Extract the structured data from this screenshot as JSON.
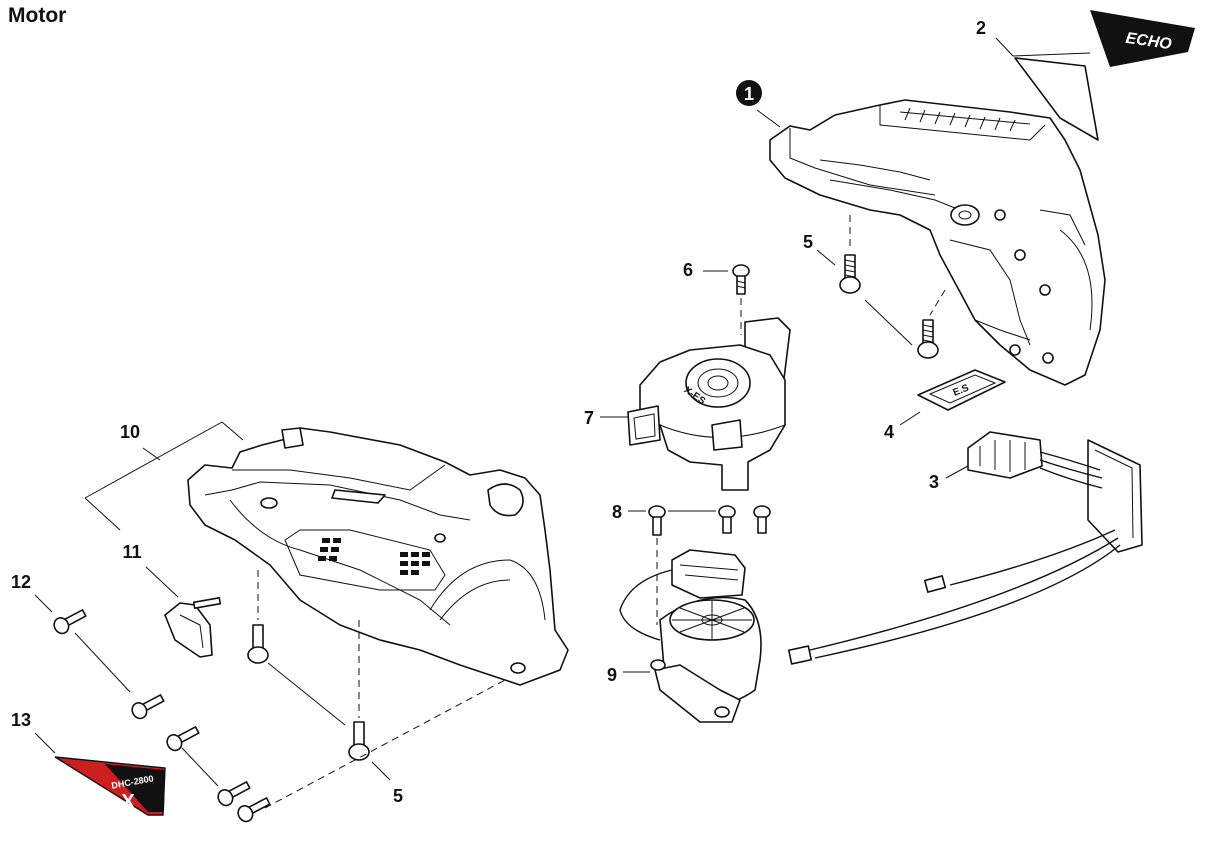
{
  "title": "Motor",
  "callouts": {
    "c1": "1",
    "c2": "2",
    "c3": "3",
    "c4": "4",
    "c5a": "5",
    "c5b": "5",
    "c6": "6",
    "c7": "7",
    "c8": "8",
    "c9": "9",
    "c10": "10",
    "c11": "11",
    "c12": "12",
    "c13": "13"
  },
  "decals": {
    "brand_logo": "ECHO",
    "model_decal": "DHC-2800",
    "model_mark": "X",
    "label_plate": "E.S"
  },
  "motor_text": "X-ES",
  "colors": {
    "line": "#111111",
    "decal_red": "#cc1f1f"
  }
}
